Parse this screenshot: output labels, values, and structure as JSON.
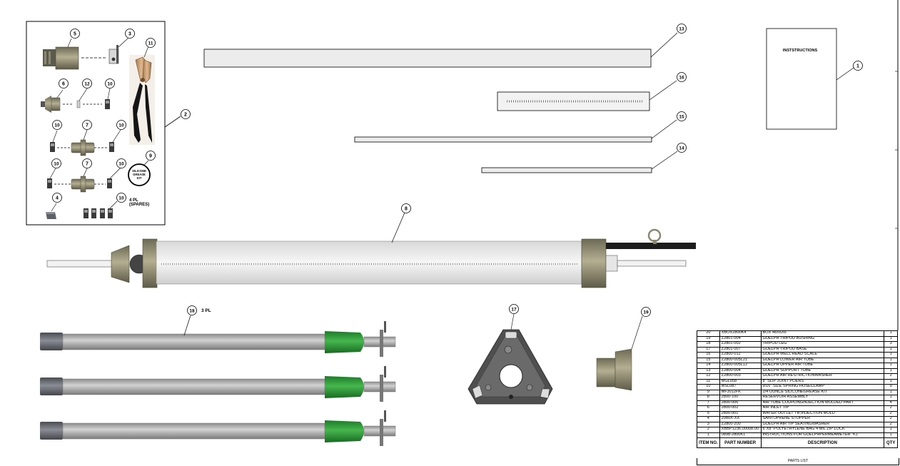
{
  "balloons": {
    "b5": "5",
    "b3": "3",
    "b11": "11",
    "b6": "6",
    "b12": "12",
    "b10a": "10",
    "b10b": "10",
    "b7a": "7",
    "b10c": "10",
    "b2": "2",
    "b10d": "10",
    "b7b": "7",
    "b10e": "10",
    "b9": "9",
    "b4": "4",
    "b10f": "10",
    "b13": "13",
    "b16": "16",
    "b15": "15",
    "b14": "14",
    "b1": "1",
    "b8": "8",
    "b18": "18",
    "b17": "17",
    "b19": "19"
  },
  "notes": {
    "spares_line1": "4 PL",
    "spares_line2": "(SPARES)",
    "grease_line1": "SILICONE",
    "grease_line2": "GREASE",
    "grease_line3": "KIT",
    "instructions": "INSTSTRUCTIONS",
    "tripod_qty": "3 PL"
  },
  "parts_list": {
    "headers": {
      "item": "ITEM NO.",
      "part": "PART NUMBER",
      "desc": "DESCRIPTION",
      "qty": "QTY"
    },
    "caption": "PARTS LIST",
    "rows": [
      {
        "item": "20",
        "part": "XBOX2800K4",
        "desc": "BOX 48X6X6",
        "qty": "1"
      },
      {
        "item": "19",
        "part": "Z2801-004",
        "desc": "GUELPH TRIPOD BUSHING",
        "qty": "1"
      },
      {
        "item": "18",
        "part": "Z2801-002",
        "desc": "TRIPOD LEG",
        "qty": "3"
      },
      {
        "item": "17",
        "part": "Z2801-007",
        "desc": "GUELPH TRIPOD BASE",
        "qty": "1"
      },
      {
        "item": "16",
        "part": "Z2800-012",
        "desc": "GUELPH WELL HEAD SCALE",
        "qty": "1"
      },
      {
        "item": "15",
        "part": "Z2800-005L21",
        "desc": "GUELPH LOWER AIR TUBE",
        "qty": "1"
      },
      {
        "item": "14",
        "part": "Z2800-005L12",
        "desc": "GUELPH UPPER AIR TUBE",
        "qty": "1"
      },
      {
        "item": "13",
        "part": "Z2800-004",
        "desc": "GUELPH SUPPORT TUBE",
        "qty": "1"
      },
      {
        "item": "12",
        "part": "Z2800-003",
        "desc": "GUELPH AIR RESTRICTIONWASHER",
        "qty": "2"
      },
      {
        "item": "11",
        "part": "MGL058",
        "desc": "8\" SLIP JOINT PLIERS",
        "qty": "1"
      },
      {
        "item": "10",
        "part": "MSL087",
        "desc": "9/16\" SIZE SPRING HOSECLAMP",
        "qty": "9"
      },
      {
        "item": "9",
        "part": "MFJ012FK",
        "desc": "1/4 OUNCE SILICONEGREASE KIT",
        "qty": "1"
      },
      {
        "item": "8",
        "part": "2800-100",
        "desc": "RESERVOIR ASSEMBLY",
        "qty": "1"
      },
      {
        "item": "7",
        "part": "2800-006",
        "desc": "AIR TUBE COUPLINGINJECTION MOLDED PART",
        "qty": "4"
      },
      {
        "item": "6",
        "part": "2800-002",
        "desc": "AIR INLET TIP",
        "qty": "2"
      },
      {
        "item": "5",
        "part": "2800-001",
        "desc": "WATER OUTLET TIP,INJECTION MOLD",
        "qty": "2"
      },
      {
        "item": "4",
        "part": "2080X-XX",
        "desc": "SANTOPRENE STOPPER",
        "qty": "2"
      },
      {
        "item": "3",
        "part": "Z2800-200",
        "desc": "GUELPH AIR TIP SEATINGWASHER",
        "qty": "2"
      },
      {
        "item": "2",
        "part": "XBBP1236.00008.00",
        "desc": "6\"X8\" POLYETHYLENE BAG 4 MIL ZIP LOCK",
        "qty": "1"
      },
      {
        "item": "1",
        "part": "0898-2800K1",
        "desc": "INSTRUCTIONS FOR GUELPHPERMEAMETER \"K1\"",
        "qty": "1"
      }
    ]
  },
  "colors": {
    "tan": "#8f8a70",
    "green": "#2f9a3a",
    "grey_tube": "#a9a9a9",
    "rubber": "#5d6068",
    "tripod_base": "#5a5a5a"
  }
}
